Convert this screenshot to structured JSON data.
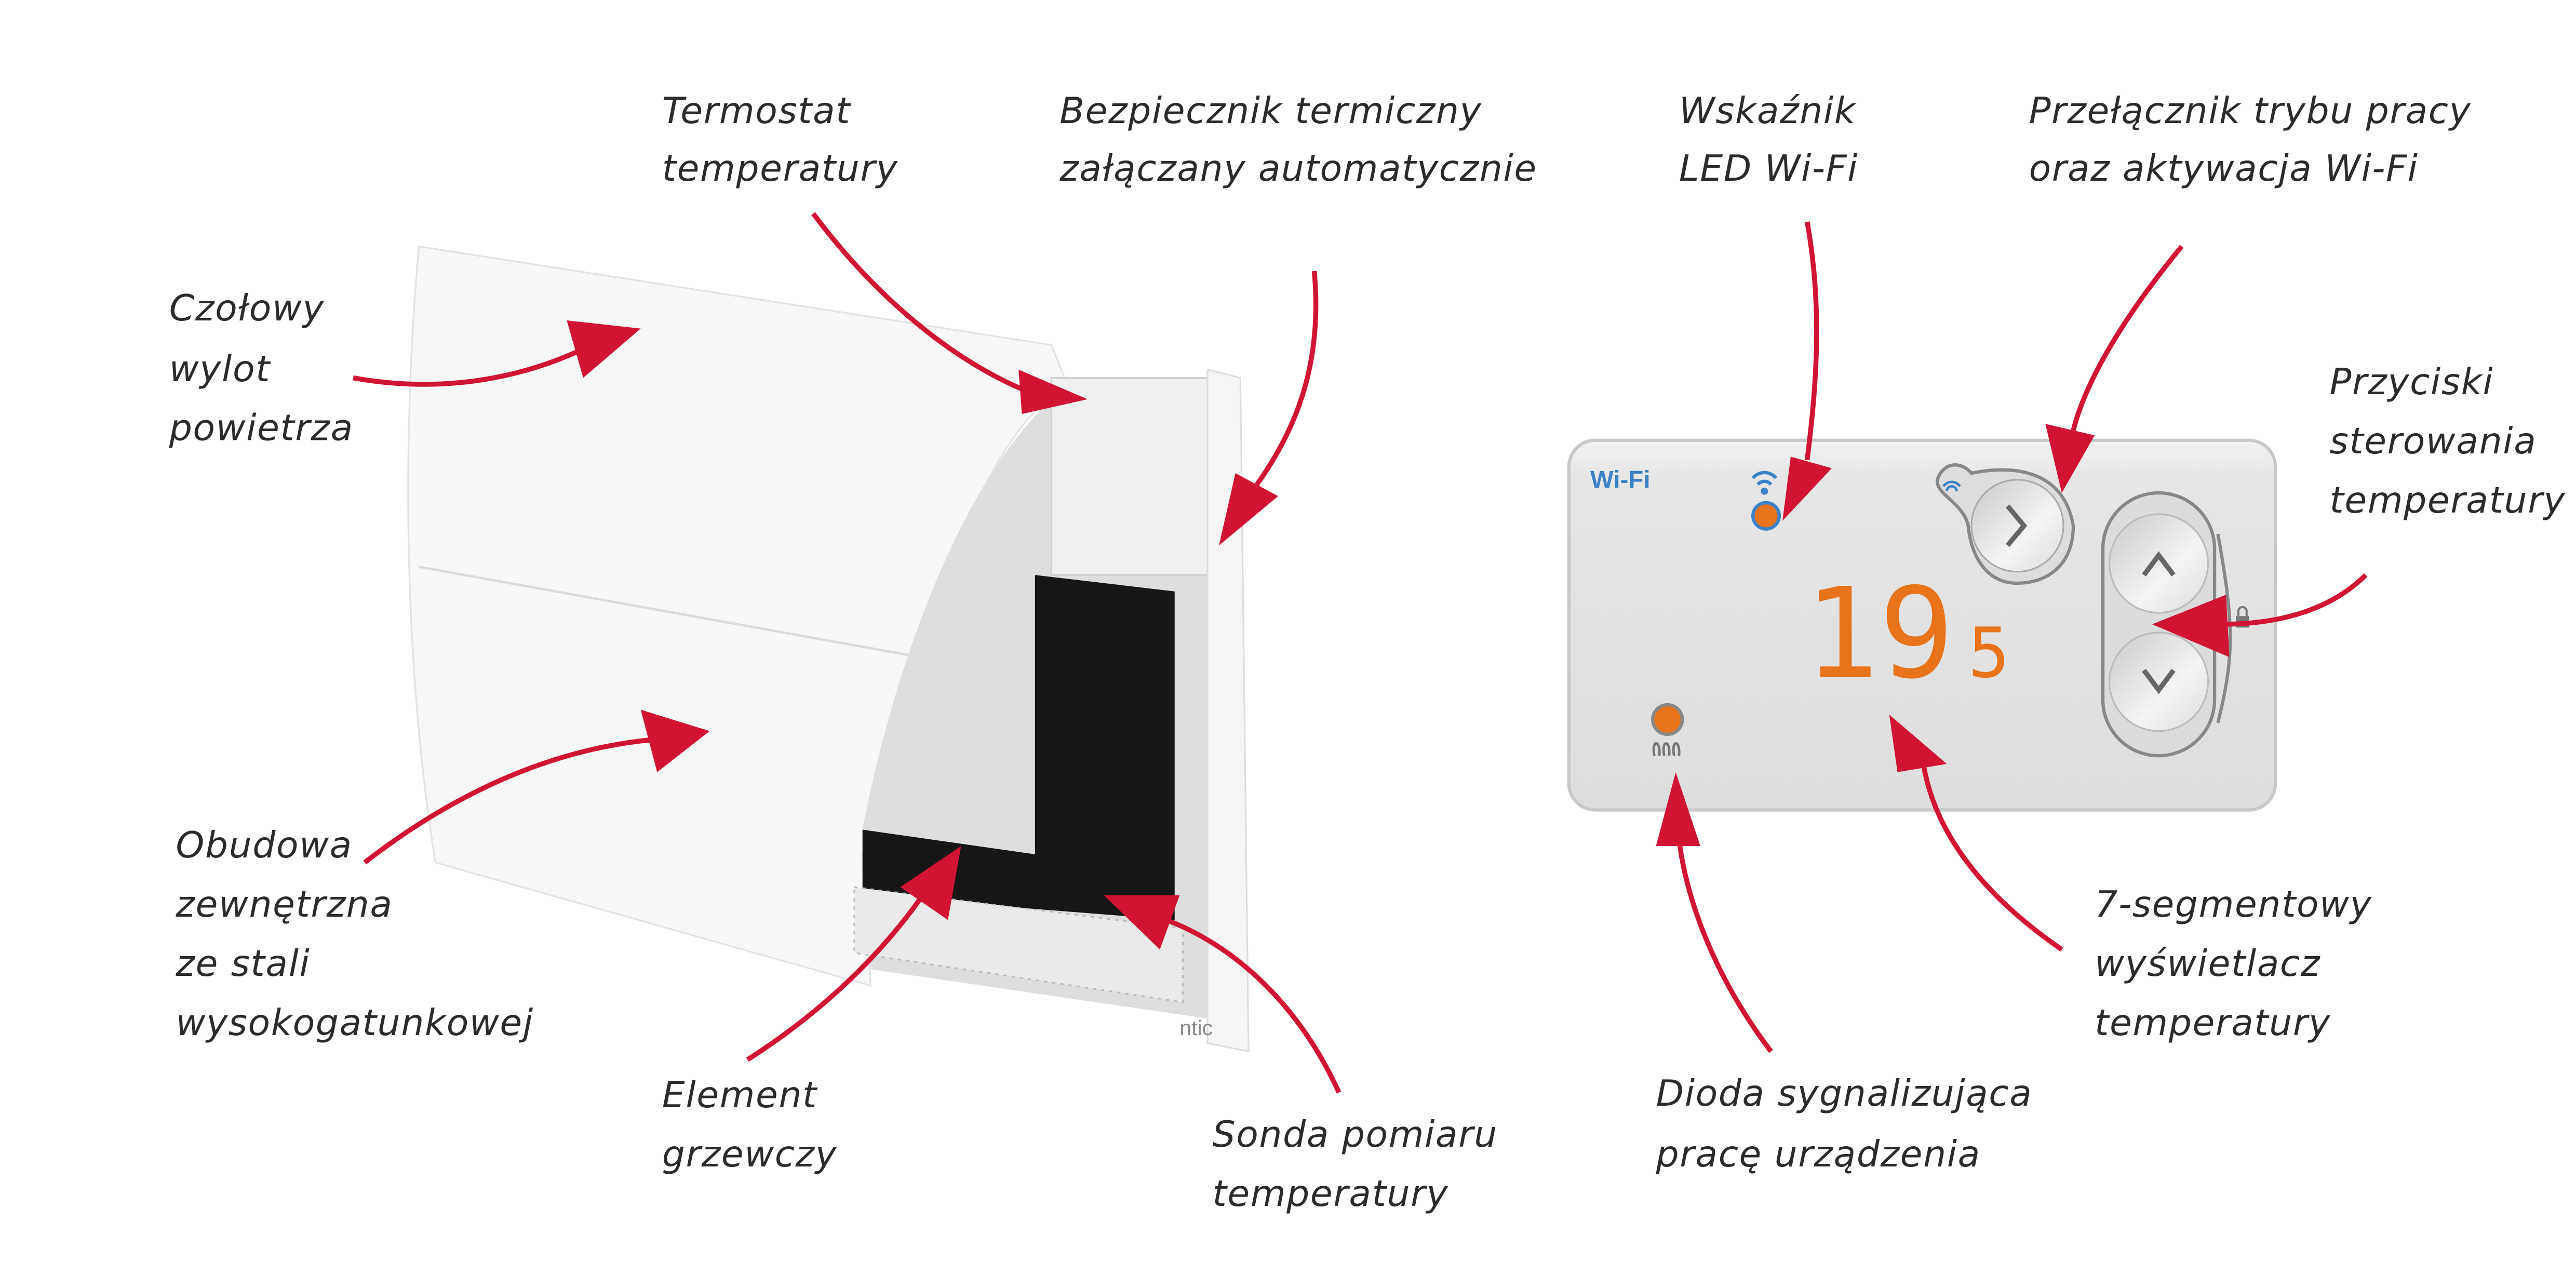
{
  "labels": {
    "termostat": [
      "Termostat",
      "temperatury"
    ],
    "bezpiecznik": [
      "Bezpiecznik termiczny",
      "załączany automatycznie"
    ],
    "wskaznik": [
      "Wskaźnik",
      "LED Wi-Fi"
    ],
    "przelacznik": [
      "Przełącznik trybu pracy",
      "oraz aktywacja Wi-Fi"
    ],
    "wylot": [
      "Czołowy",
      "wylot",
      "powietrza"
    ],
    "przyciski": [
      "Przyciski",
      "sterowania",
      "temperatury"
    ],
    "obudowa": [
      "Obudowa",
      "zewnętrzna",
      "ze stali",
      "wysokogatunkowej"
    ],
    "element": [
      "Element",
      "grzewczy"
    ],
    "sonda": [
      "Sonda pomiaru",
      "temperatury"
    ],
    "dioda": [
      "Dioda sygnalizująca",
      "pracę urządzenia"
    ],
    "wyswietlacz": [
      "7-segmentowy",
      "wyświetlacz",
      "temperatury"
    ]
  },
  "panel": {
    "wifi_label": "Wi-Fi",
    "display_main": "19",
    "display_small": "5"
  },
  "heater": {
    "brand_fragment": "ntic"
  },
  "colors": {
    "arrow": "#d11334",
    "display": "#e8731a",
    "wifi": "#3b82c8",
    "panel": "#e4e4e4"
  }
}
